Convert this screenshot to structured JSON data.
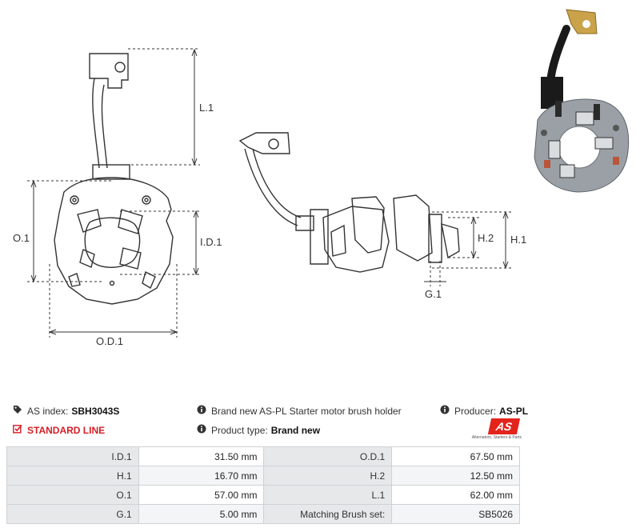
{
  "drawing": {
    "labels": {
      "l1": "L.1",
      "o1": "O.1",
      "id1": "I.D.1",
      "od1": "O.D.1",
      "h1": "H.1",
      "h2": "H.2",
      "g1": "G.1"
    }
  },
  "info": {
    "as_index_label": "AS index:",
    "as_index_value": "SBH3043S",
    "standard_line": "STANDARD LINE",
    "description": "Brand new AS-PL Starter motor brush holder",
    "product_type_label": "Product type:",
    "product_type_value": "Brand new",
    "producer_label": "Producer:",
    "producer_value": "AS-PL",
    "logo_text": "AS",
    "logo_tagline": "Alternators, Starters & Parts"
  },
  "specs": {
    "rows": [
      {
        "k1": "I.D.1",
        "v1": "31.50 mm",
        "k2": "O.D.1",
        "v2": "67.50 mm"
      },
      {
        "k1": "H.1",
        "v1": "16.70 mm",
        "k2": "H.2",
        "v2": "12.50 mm"
      },
      {
        "k1": "O.1",
        "v1": "57.00 mm",
        "k2": "L.1",
        "v2": "62.00 mm"
      },
      {
        "k1": "G.1",
        "v1": "5.00 mm",
        "k2": "Matching Brush set:",
        "v2": "SB5026"
      }
    ]
  },
  "colors": {
    "accent_red": "#d51e25",
    "table_key_bg": "#e6e8ea",
    "table_border": "#cfd2d6"
  },
  "icons": {
    "tag": "tag-icon",
    "info": "info-icon",
    "checkbox": "check-square-icon"
  }
}
